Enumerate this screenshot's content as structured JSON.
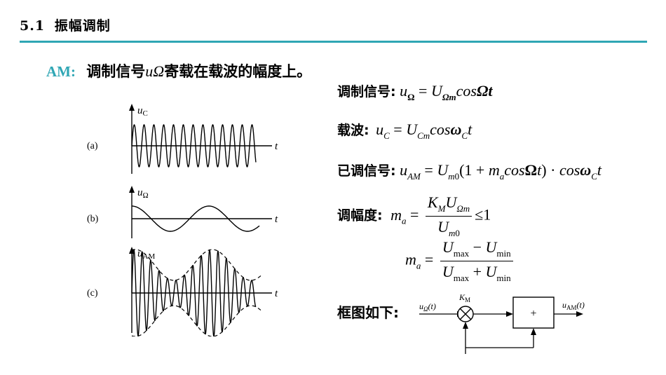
{
  "header": {
    "section_number": "5.1",
    "section_title": "振幅调制"
  },
  "headline": {
    "prefix": "AM:",
    "text_before": "调制信号",
    "symbol": "uΩ",
    "text_after": "寄载在载波的幅度上。"
  },
  "waveforms": [
    {
      "tag": "(a)",
      "axis_label": "u",
      "axis_sub": "C",
      "time_label": "t"
    },
    {
      "tag": "(b)",
      "axis_label": "u",
      "axis_sub": "Ω",
      "time_label": "t"
    },
    {
      "tag": "(c)",
      "axis_label": "u",
      "axis_sub": "AM",
      "time_label": "t"
    }
  ],
  "equations": {
    "modulating_label": "调制信号:",
    "carrier_label": "载波:",
    "modulated_label": "已调信号:",
    "depth_label": "调幅度:",
    "depth_le": "≤1",
    "block_label": "框图如下:"
  },
  "block_diagram": {
    "input": "uΩ(t)",
    "multiplier_gain": "K",
    "gain_sub": "M",
    "adder_symbol": "+",
    "output": "uAM(t)"
  },
  "colors": {
    "accent": "#2fa6b4",
    "text": "#000000"
  }
}
